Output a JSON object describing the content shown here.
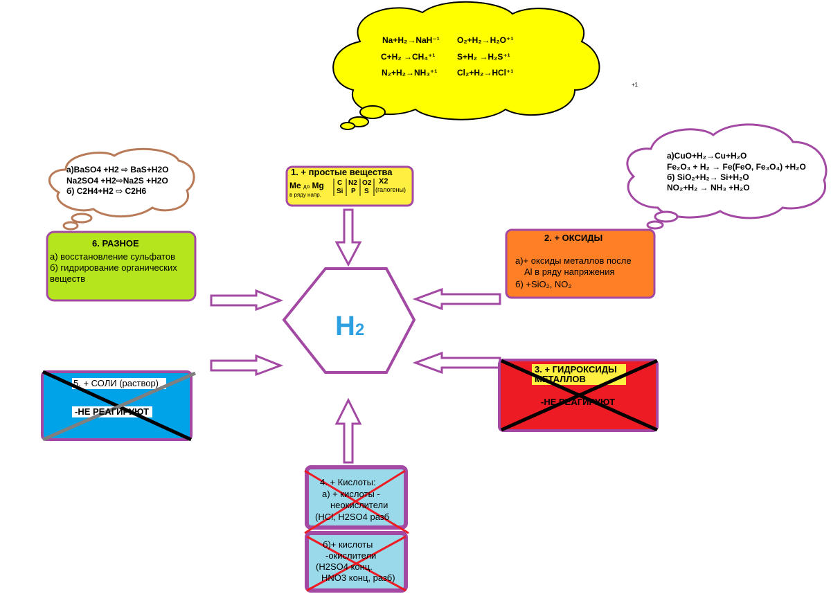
{
  "center": {
    "label": "H",
    "label_sub": "2",
    "color": "#2ca0e0"
  },
  "top_cloud": {
    "rows": [
      [
        "Na+H₂→NaH⁻¹",
        "O₂+H₂→H₂O⁺¹"
      ],
      [
        "C+H₂ →CH₄⁺¹",
        "S+H₂ →H₂S⁺¹"
      ],
      [
        "N₂+H₂→NH₃⁺¹",
        "Cl₂+H₂→HCl⁺¹"
      ]
    ],
    "stray": "+1",
    "fill": "#ffff00"
  },
  "simple": {
    "title": "1. + простые вещества",
    "me": "Me",
    "do": "до",
    "mg": "Mg",
    "row_note": "в ряду напр.",
    "cols": [
      [
        "C",
        "Si"
      ],
      [
        "N2",
        "P"
      ],
      [
        "O2",
        "S"
      ]
    ],
    "x2": "X2",
    "halogens": "(галогены)",
    "fill": "#ffef40"
  },
  "oxides": {
    "title": "2. + ОКСИДЫ",
    "line_a1": "а)+ оксиды металлов после",
    "line_a2": "Al в ряду напряжения",
    "line_b": "б) +SiO₂, NO₂",
    "fill": "#ff7f27"
  },
  "oxides_cloud": {
    "lines": [
      "а)CuO+H₂→Cu+H₂O",
      "Fe₂O₃ + H₂ → Fe(FeO, Fe₃O₄) +H₂O",
      "б) SiO₂+H₂→ Si+H₂O",
      "NO₂+H₂ → NH₃ +H₂O"
    ]
  },
  "hydroxides": {
    "title1": "3. + ГИДРОКСИДЫ",
    "title2": "МЕТАЛЛОВ",
    "note": "-НЕ РЕАГИРУЮТ",
    "fill": "#ed1c24"
  },
  "acids": {
    "title": "4. + Кислоты:",
    "a1": "а) + кислоты -",
    "a2": "неокислители",
    "a3": "(HCl, H2SO4 разб",
    "b1": "б)+ кислоты",
    "b2": "-окислители",
    "b3": "(H2SO4 конц.",
    "b4": "HNO3 конц, разб)",
    "fill": "#99d9ea"
  },
  "salts": {
    "title": "5. + СОЛИ (раствор)",
    "note": "-НЕ РЕАГИРУЮТ",
    "fill": "#00a2e8"
  },
  "misc": {
    "title": "6. РАЗНОЕ",
    "a": "а) восстановление сульфатов",
    "b1": "б) гидрирование органических",
    "b2": "веществ",
    "fill": "#b5e61d"
  },
  "misc_cloud": {
    "lines": [
      "а)BaSO4 +H2 ⇨ BaS+H2O",
      "Na2SO4   +H2⇨Na2S +H2O",
      "б) C2H4+H2 ⇨ C2H6"
    ]
  },
  "colors": {
    "frame": "#a349a4",
    "arrow": "#a349a4",
    "cross_black": "#000000",
    "cross_red": "#ed1c24",
    "cross_grey": "#7f7f7f",
    "cloud_brown": "#b97a57"
  }
}
